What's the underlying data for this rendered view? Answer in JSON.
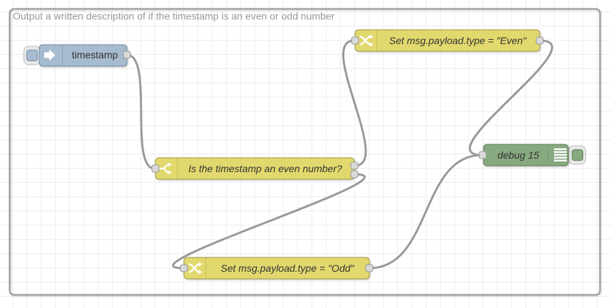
{
  "group": {
    "label": "Output a written description of if the timestamp is an even or odd number"
  },
  "nodes": {
    "inject": {
      "type": "inject",
      "label": "timestamp",
      "icon": "arrow-right-icon",
      "has_run_button": true
    },
    "switch": {
      "type": "switch",
      "label": "Is the timestamp an even number?",
      "icon": "fork-branch-icon",
      "outputs": 2
    },
    "change_even": {
      "type": "change",
      "label": "Set msg.payload.type = \"Even\"",
      "icon": "shuffle-swap-icon"
    },
    "change_odd": {
      "type": "change",
      "label": "Set msg.payload.type = \"Odd\"",
      "icon": "shuffle-swap-icon"
    },
    "debug": {
      "type": "debug",
      "label": "debug 15",
      "icon": "output-lines-icon",
      "has_toggle_button": true
    }
  },
  "wires": [
    {
      "from": "inject",
      "to": "switch"
    },
    {
      "from": "switch:output-1",
      "to": "change_even"
    },
    {
      "from": "switch:output-2",
      "to": "change_odd"
    },
    {
      "from": "change_even",
      "to": "debug"
    },
    {
      "from": "change_odd",
      "to": "debug"
    }
  ],
  "colors": {
    "inject_fill": "#a6bbcf",
    "function_fill": "#e2d96e",
    "debug_fill": "#87a980",
    "wire": "#999999",
    "port_fill": "#d9d9d9",
    "grid_line": "#eeeeee",
    "group_border": "#999999",
    "label_text": "#333333",
    "group_label_text": "#999999"
  }
}
